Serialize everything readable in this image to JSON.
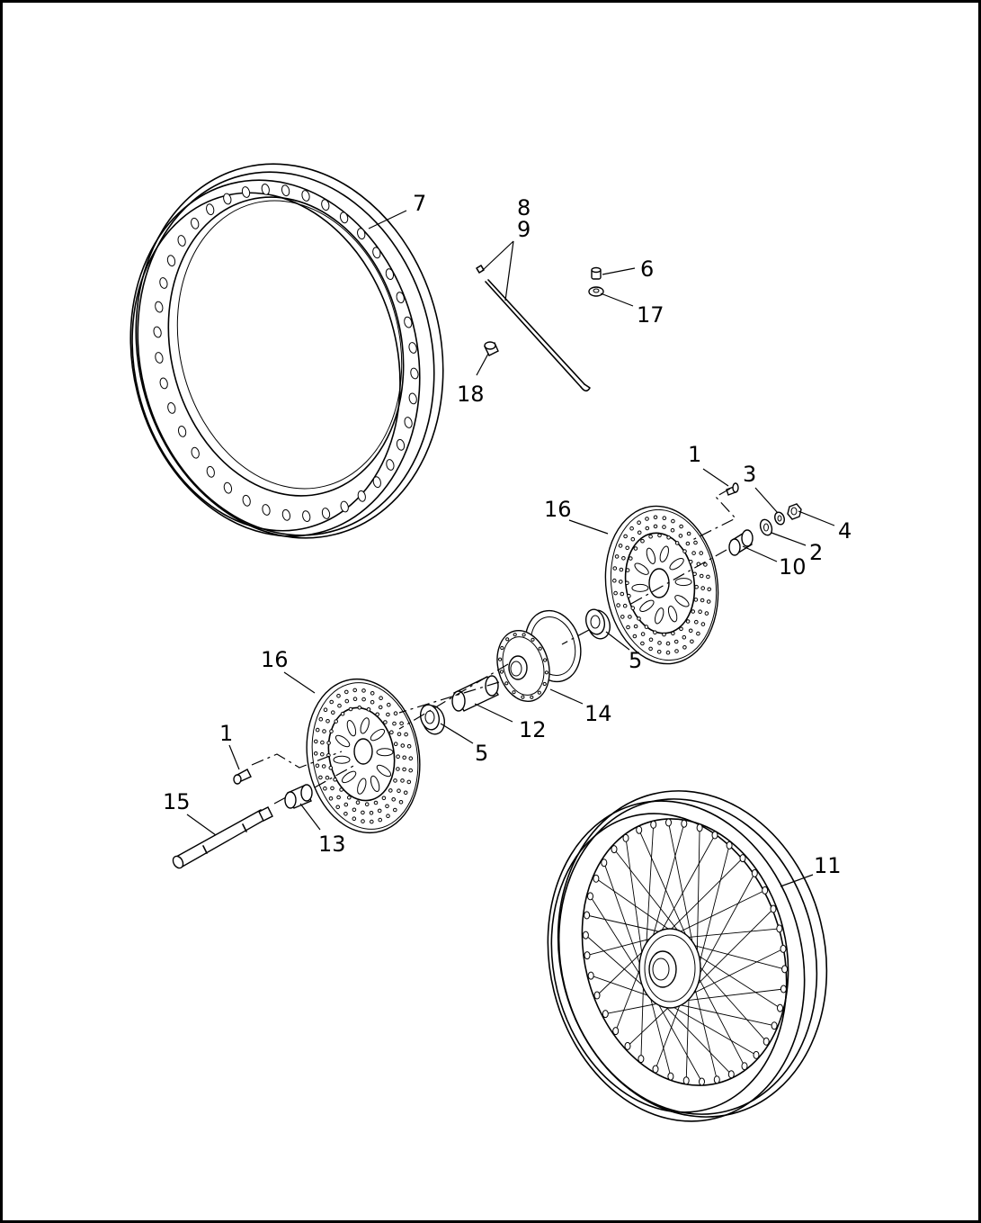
{
  "diagram": {
    "callouts": [
      {
        "id": "c7",
        "label": "7"
      },
      {
        "id": "c8",
        "label": "8"
      },
      {
        "id": "c9",
        "label": "9"
      },
      {
        "id": "c6",
        "label": "6"
      },
      {
        "id": "c17",
        "label": "17"
      },
      {
        "id": "c18",
        "label": "18"
      },
      {
        "id": "c1a",
        "label": "1"
      },
      {
        "id": "c3",
        "label": "3"
      },
      {
        "id": "c4",
        "label": "4"
      },
      {
        "id": "c2",
        "label": "2"
      },
      {
        "id": "c10",
        "label": "10"
      },
      {
        "id": "c16a",
        "label": "16"
      },
      {
        "id": "c5a",
        "label": "5"
      },
      {
        "id": "c14",
        "label": "14"
      },
      {
        "id": "c12",
        "label": "12"
      },
      {
        "id": "c16b",
        "label": "16"
      },
      {
        "id": "c5b",
        "label": "5"
      },
      {
        "id": "c1b",
        "label": "1"
      },
      {
        "id": "c15",
        "label": "15"
      },
      {
        "id": "c13",
        "label": "13"
      },
      {
        "id": "c11",
        "label": "11"
      }
    ]
  }
}
